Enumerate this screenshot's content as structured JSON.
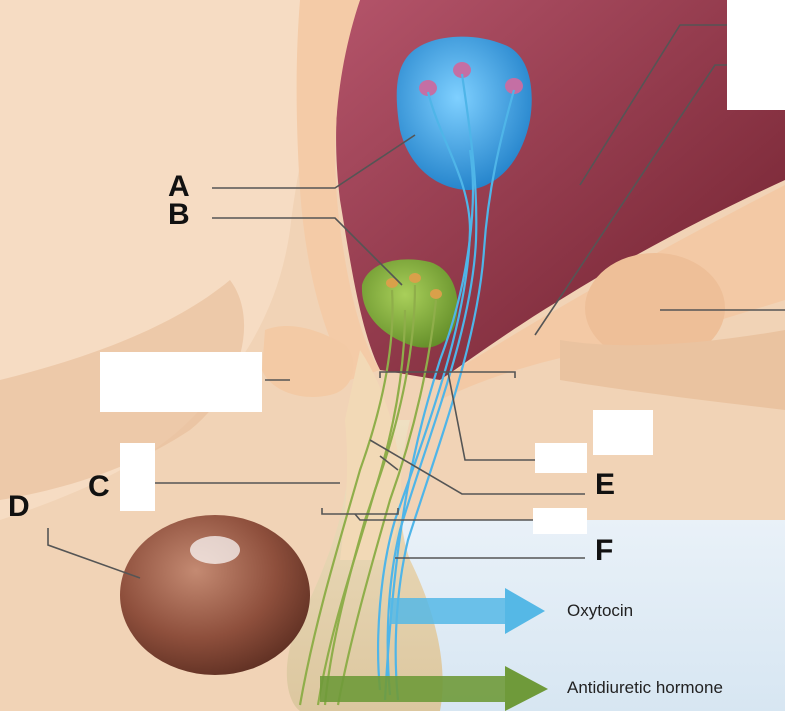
{
  "labels": {
    "a": "A",
    "b": "B",
    "c": "C",
    "d": "D",
    "e": "E",
    "f": "F"
  },
  "arrows": {
    "oxytocin": "Oxytocin",
    "antidiuretic": "Antidiuretic hormone"
  },
  "colors": {
    "hypothalamic_tissue": "#f0c9a6",
    "third_ventricle": "#8f2f3e",
    "supraoptic_nucleus": "#3d9be0",
    "paraventricular_nucleus": "#7fa33a",
    "oxytocin_axons": "#4fb5e8",
    "adh_axons": "#8fae4a",
    "anterior_lobe": "#8e4f3c",
    "arrow_oxytocin": "#55b8e6",
    "arrow_adh": "#6f9a3a"
  }
}
